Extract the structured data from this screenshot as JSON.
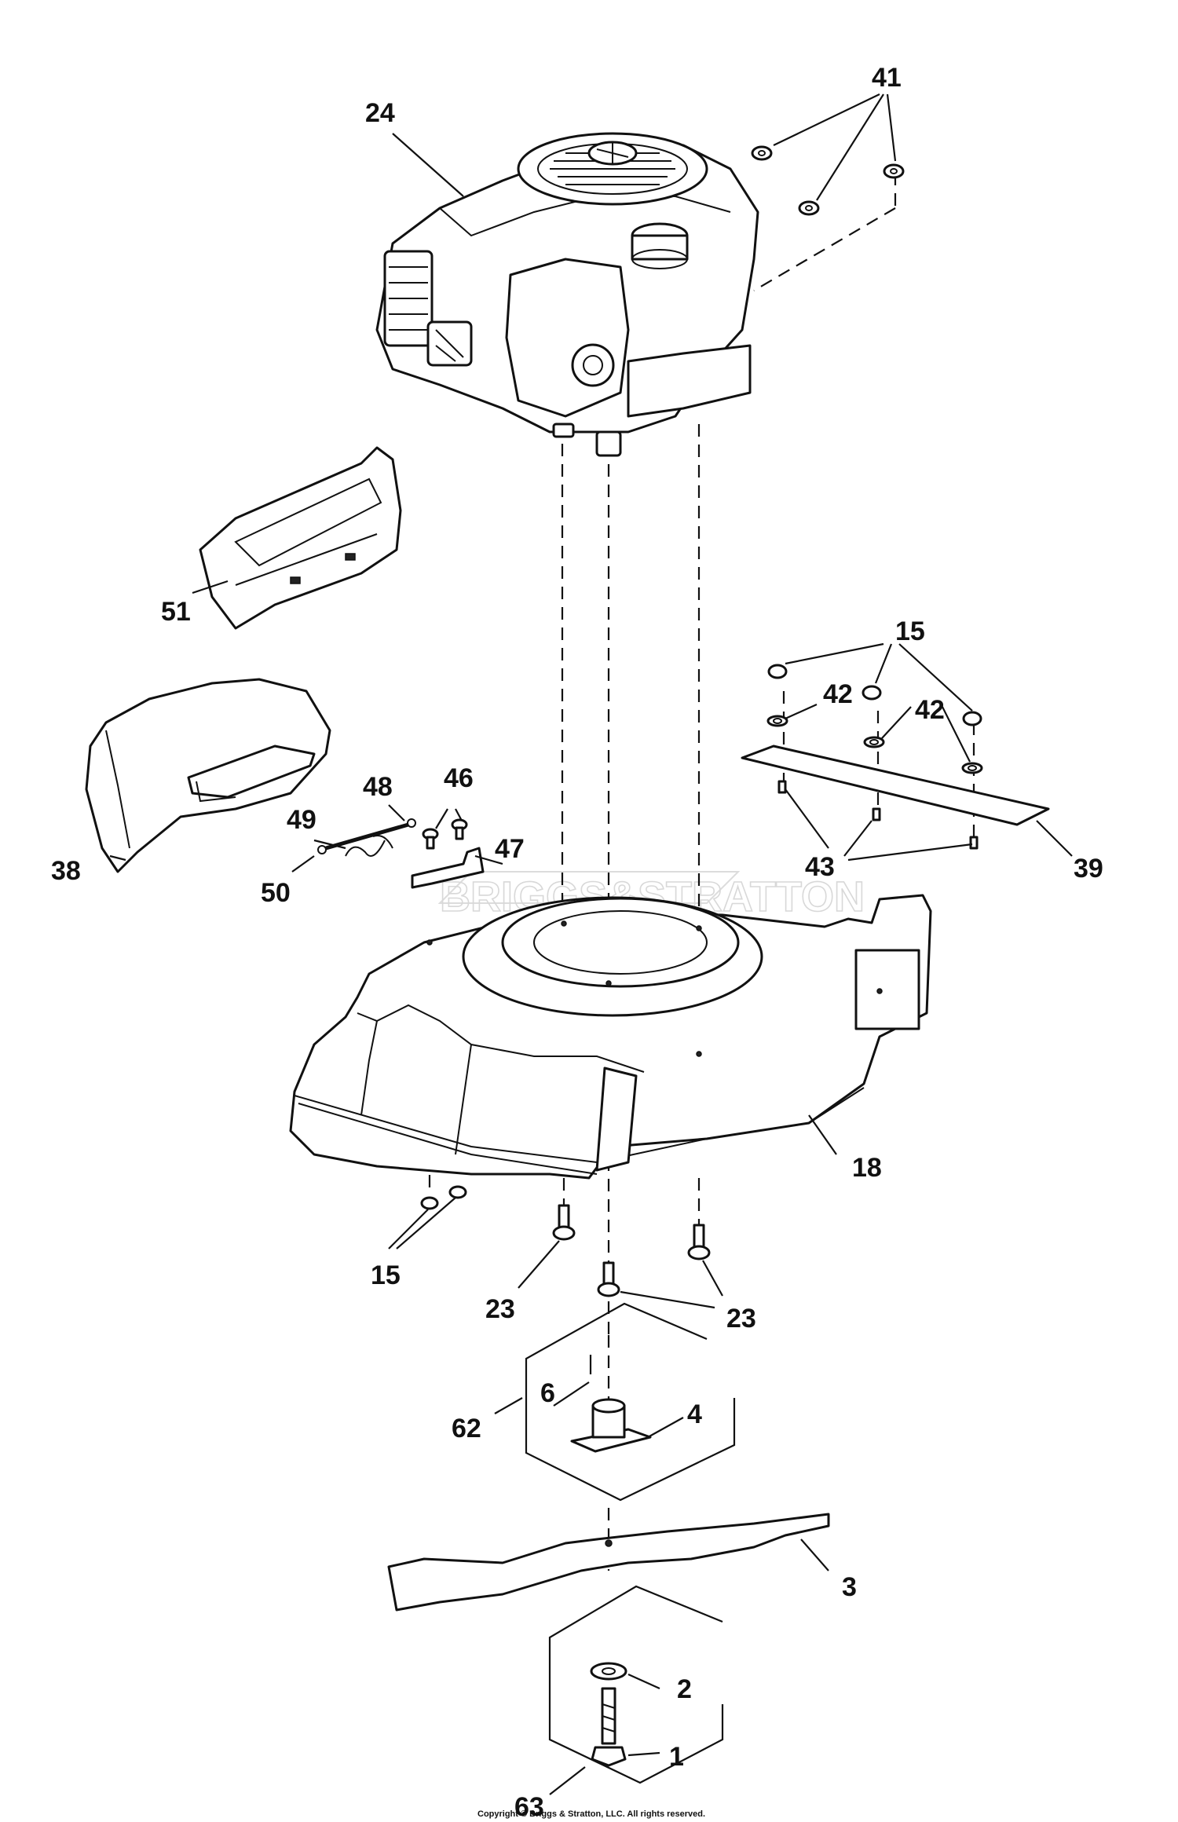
{
  "callouts": {
    "c1": "1",
    "c2": "2",
    "c3": "3",
    "c4": "4",
    "c6": "6",
    "c15a": "15",
    "c15b": "15",
    "c18": "18",
    "c23a": "23",
    "c23b": "23",
    "c24": "24",
    "c38": "38",
    "c39": "39",
    "c41": "41",
    "c42a": "42",
    "c42b": "42",
    "c43": "43",
    "c46": "46",
    "c47": "47",
    "c48": "48",
    "c49": "49",
    "c50": "50",
    "c51": "51",
    "c62": "62",
    "c63": "63"
  },
  "watermark": "BRIGGS&STRATTON",
  "copyright": "Copyright © Briggs & Stratton, LLC. All rights reserved."
}
